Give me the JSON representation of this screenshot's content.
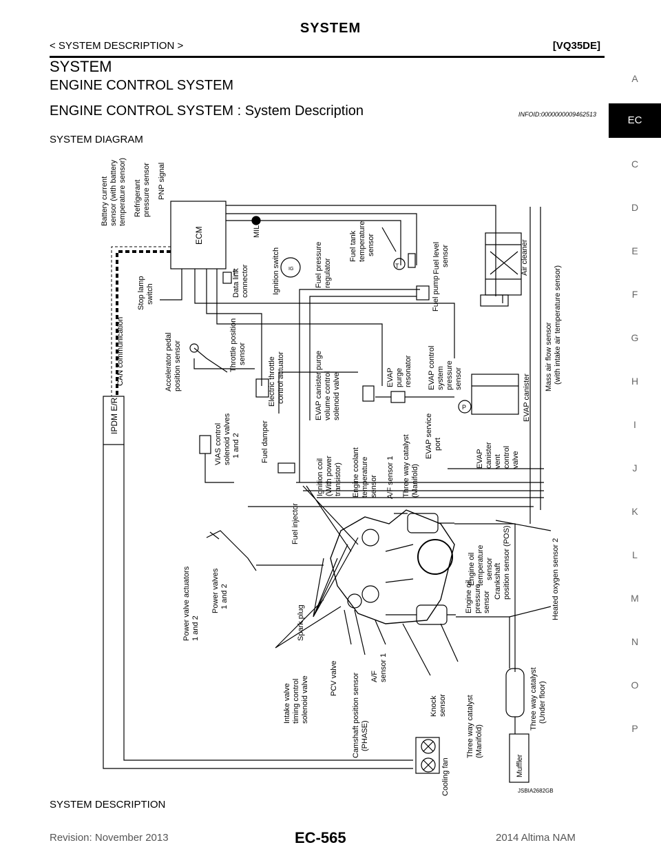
{
  "header": {
    "title": "SYSTEM",
    "breadcrumb": "< SYSTEM DESCRIPTION >",
    "model": "[VQ35DE]"
  },
  "headings": {
    "h1": "SYSTEM",
    "h2": "ENGINE CONTROL SYSTEM",
    "h3": "ENGINE CONTROL SYSTEM : System Description",
    "info_id": "INFOID:0000000009462513",
    "diagram_heading": "SYSTEM DIAGRAM",
    "description_heading": "SYSTEM DESCRIPTION"
  },
  "side_tabs": [
    "A",
    "EC",
    "C",
    "D",
    "E",
    "F",
    "G",
    "H",
    "I",
    "J",
    "K",
    "L",
    "M",
    "N",
    "O",
    "P"
  ],
  "active_tab": "EC",
  "diagram": {
    "figure_id": "JSBIA2682GB",
    "labels": {
      "battery": [
        "Battery current",
        "sensor (with battery",
        "temperature sensor)"
      ],
      "refrigerant": [
        "Refrigerant",
        "pressure sensor"
      ],
      "pnp": "PNP signal",
      "ecm": "ECM",
      "mil": "MIL",
      "data_link": [
        "Data link",
        "connector"
      ],
      "stop_lamp": [
        "Stop lamp",
        "switch"
      ],
      "ignition_switch": "Ignition switch",
      "can": "CAN communication",
      "fuel_pressure": [
        "Fuel pressure",
        "regulator"
      ],
      "fuel_tank_temp": [
        "Fuel tank",
        "temperature",
        "sensor"
      ],
      "fuel_level": [
        "Fuel level",
        "sensor"
      ],
      "fuel_pump": "Fuel pump",
      "air_cleaner": "Air cleaner",
      "mass_air": [
        "Mass air flow sensor",
        "(with intake air temperature sensor)"
      ],
      "accel_pedal": [
        "Accelerator pedal",
        "position sensor"
      ],
      "throttle_pos": [
        "Throttle position",
        "sensor"
      ],
      "electric_throttle": [
        "Electric throttle",
        "control actuator"
      ],
      "evap_purge_valve": [
        "EVAP canister purge",
        "volume control",
        "solenoid valve"
      ],
      "evap_resonator": [
        "EVAP",
        "purge",
        "resonator"
      ],
      "evap_pressure": [
        "EVAP control",
        "system",
        "pressure",
        "sensor"
      ],
      "evap_canister": "EVAP canister",
      "ipdm": "IPDM E/R",
      "vias": [
        "VIAS control",
        "solenoid valves",
        "1 and 2"
      ],
      "fuel_damper": "Fuel damper",
      "ignition_coil": [
        "Ignition coil",
        "(With power",
        "transistor)"
      ],
      "coolant_temp": [
        "Engine coolant",
        "temperature",
        "sensor"
      ],
      "af_sensor1_top": "A/F sensor 1",
      "twc_manifold_top": [
        "Three way catalyst",
        "(Manifold)"
      ],
      "evap_service": [
        "EVAP service",
        "port"
      ],
      "evap_vent": [
        "EVAP",
        "canister",
        "vent",
        "control",
        "valve"
      ],
      "fuel_injector": "Fuel injector",
      "power_valve_act": [
        "Power valve actuators",
        "1 and 2"
      ],
      "power_valves": [
        "Power valves",
        "1 and 2"
      ],
      "spark_plug": "Spark plug",
      "oil_temp": [
        "Engine oil",
        "temperature",
        "sensor"
      ],
      "crankshaft": [
        "Crankshaft",
        "position sensor (POS)"
      ],
      "oil_pressure": [
        "Engine oil",
        "pressure",
        "sensor"
      ],
      "heated_o2": "Heated oxygen sensor 2",
      "intake_valve_timing": [
        "Intake valve",
        "timing control",
        "solenoid valve"
      ],
      "pcv": "PCV valve",
      "camshaft": [
        "Camshaft position sensor",
        "(PHASE)"
      ],
      "af_sensor1_bottom": [
        "A/F",
        "sensor 1"
      ],
      "knock": [
        "Knock",
        "sensor"
      ],
      "twc_manifold_bottom": [
        "Three way catalyst",
        "(Manifold)"
      ],
      "twc_underfloor": [
        "Three way catalyst",
        "(Under floor)"
      ],
      "muffler": "Muffler",
      "cooling_fan": "Cooling fan"
    }
  },
  "footer": {
    "revision": "Revision: November 2013",
    "page": "EC-565",
    "model_year": "2014 Altima NAM"
  }
}
